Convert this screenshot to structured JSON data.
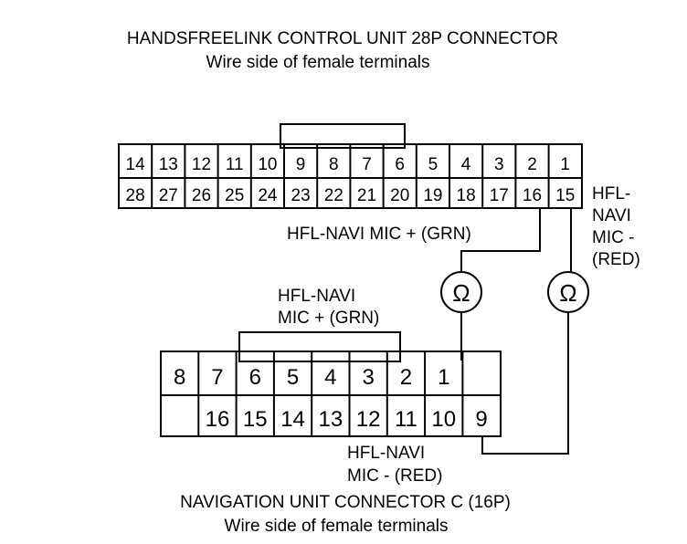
{
  "top": {
    "title": "HANDSFREELINK CONTROL UNIT 28P CONNECTOR",
    "subtitle": "Wire side of female terminals"
  },
  "connector28": {
    "row1": [
      "14",
      "13",
      "12",
      "11",
      "10",
      "9",
      "8",
      "7",
      "6",
      "5",
      "4",
      "3",
      "2",
      "1"
    ],
    "row2": [
      "28",
      "27",
      "26",
      "25",
      "24",
      "23",
      "22",
      "21",
      "20",
      "19",
      "18",
      "17",
      "16",
      "15"
    ]
  },
  "labels": {
    "mic_plus_top": "HFL-NAVI MIC +  (GRN)",
    "mic_minus_right": [
      "HFL-",
      "NAVI",
      "MIC -",
      "(RED)"
    ],
    "mic_plus_mid": [
      "HFL-NAVI",
      "MIC +  (GRN)"
    ],
    "mic_minus_bottom": [
      "HFL-NAVI",
      "MIC -   (RED)"
    ]
  },
  "meter_symbol": "Ω",
  "connector16": {
    "row1": [
      "8",
      "7",
      "6",
      "5",
      "4",
      "3",
      "2",
      "1",
      ""
    ],
    "row2": [
      "",
      "16",
      "15",
      "14",
      "13",
      "12",
      "11",
      "10",
      "9"
    ]
  },
  "bottom": {
    "title": "NAVIGATION UNIT CONNECTOR C (16P)",
    "subtitle": "Wire side of female terminals"
  }
}
